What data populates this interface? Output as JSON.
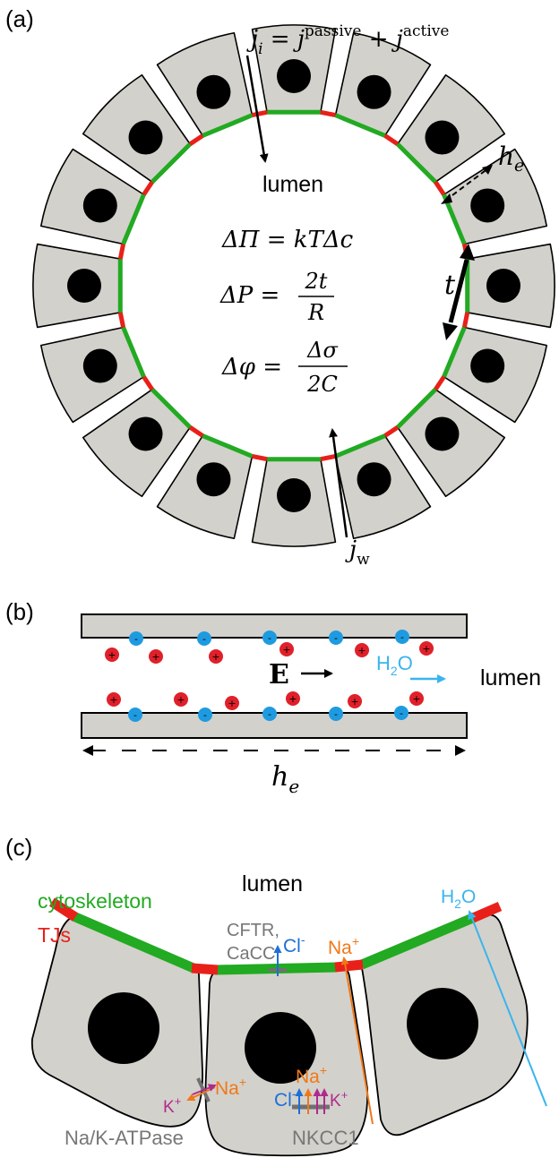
{
  "panels": {
    "a": {
      "label": "(a)",
      "lumen_label": "lumen",
      "flux_eq": {
        "lhs": "j",
        "sub_i": "i",
        "eq": " = ",
        "passive": "passive",
        "plus": " + ",
        "active": "active"
      },
      "osmotic_eq": {
        "lhs": "ΔΠ = kTΔc"
      },
      "pressure_eq": {
        "lhs": "ΔP = ",
        "num": "2t",
        "den": "R"
      },
      "potential_eq": {
        "lhs": "Δφ = ",
        "num": "Δσ",
        "den": "2C"
      },
      "tension_label": "t",
      "gap_label": "h",
      "gap_sub": "e",
      "water_flux": "j",
      "water_sub": "w"
    },
    "b": {
      "label": "(b)",
      "field_label": "E",
      "water_label": "H",
      "water_sub": "2",
      "water_o": "O",
      "lumen_label": "lumen",
      "gap_label": "h",
      "gap_sub": "e",
      "plus_sign": "+",
      "minus_sign": "-"
    },
    "c": {
      "label": "(c)",
      "lumen_label": "lumen",
      "cytoskeleton_label": "cytoskeleton",
      "tj_label": "TJs",
      "channel_label_1": "CFTR,",
      "channel_label_2": "CaCC",
      "cl_label": "Cl",
      "cl_sup": "-",
      "na_label": "Na",
      "na_sup": "+",
      "k_label": "K",
      "k_sup": "+",
      "water_label": "H",
      "water_sub": "2",
      "water_o": "O",
      "pump_label": "Na/K-ATPase",
      "cotransporter_label": "NKCC1"
    }
  },
  "colors": {
    "cell_fill": "#d3d1cb",
    "cytoskeleton": "#22aa22",
    "tight_junction": "#e8201a",
    "anion": "#1e9be0",
    "cation": "#e0202a",
    "water": "#3ab4ee",
    "sodium": "#f07818",
    "chloride": "#1c6fd8",
    "potassium": "#b02a8e",
    "transporter": "#707070"
  }
}
